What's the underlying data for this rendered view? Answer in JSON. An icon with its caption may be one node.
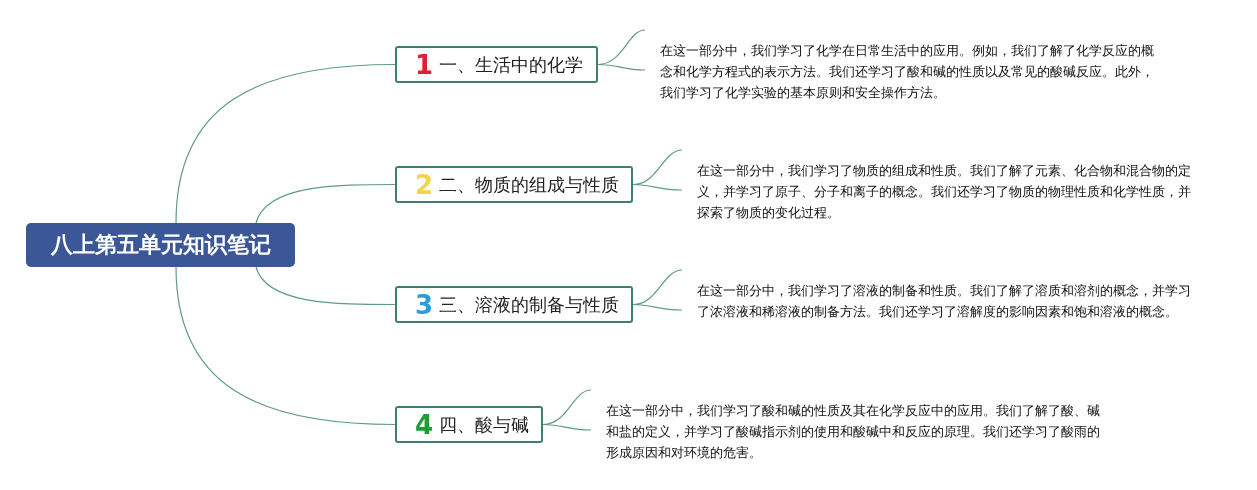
{
  "diagram": {
    "nodes": [
      {
        "text": [
          "八上第五单元知识笔记"
        ]
      },
      {
        "text": [
          "1",
          "一、生活中的化学"
        ]
      },
      {
        "text": [
          "2",
          "二、物质的组成与性质"
        ]
      },
      {
        "text": [
          "3",
          "三、溶液的制备与性质"
        ]
      },
      {
        "text": [
          "4",
          "四、酸与碱"
        ]
      },
      {
        "text": [
          "在这一部分中，我们学习了化学在日常生活中的应用。例如，我们了解了化学反应的概念和化学方程式的表示方法。我们还学习了酸和碱的性质以及常见的酸碱反应。此外，我们学习了化学实验的基本原则和安全操作方法。"
        ]
      },
      {
        "text": [
          "在这一部分中，我们学习了物质的组成和性质。我们了解了元素、化合物和混合物的定义，并学习了原子、分子和离子的概念。我们还学习了物质的物理性质和化学性质，并探索了物质的变化过程。"
        ]
      },
      {
        "text": [
          "在这一部分中，我们学习了溶液的制备和性质。我们了解了溶质和溶剂的概念，并学习了浓溶液和稀溶液的制备方法。我们还学习了溶解度的影响因素和饱和溶液的概念。"
        ]
      },
      {
        "text": [
          "在这一部分中，我们学习了酸和碱的性质及其在化学反应中的应用。我们了解了酸、碱和盐的定义，并学习了酸碱指示剂的使用和酸碱中和反应的原理。我们还学习了酸雨的形成原因和对环境的危害。"
        ]
      }
    ],
    "edges": [
      {
        "from": 0,
        "to": 1,
        "arrow": "none"
      },
      {
        "from": 0,
        "to": 2,
        "arrow": "none"
      },
      {
        "from": 0,
        "to": 3,
        "arrow": "none"
      },
      {
        "from": 0,
        "to": 4,
        "arrow": "none"
      },
      {
        "from": 1,
        "to": 5,
        "arrow": "none"
      },
      {
        "from": 2,
        "to": 6,
        "arrow": "none"
      },
      {
        "from": 3,
        "to": 7,
        "arrow": "none"
      },
      {
        "from": 4,
        "to": 8,
        "arrow": "none"
      }
    ]
  }
}
